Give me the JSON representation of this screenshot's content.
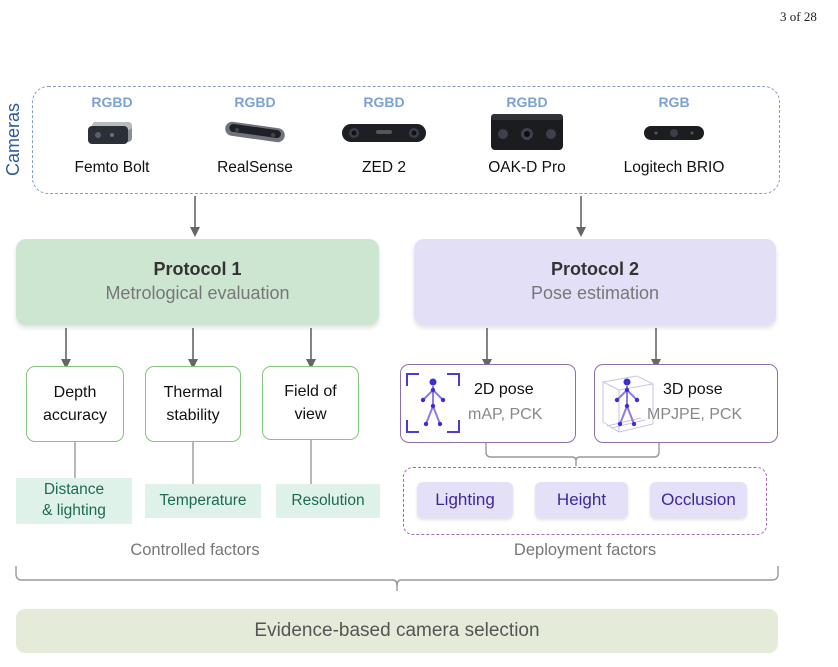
{
  "page_number": "3 of 28",
  "cameras": {
    "label": "Cameras",
    "items": [
      {
        "type": "RGBD",
        "name": "Femto Bolt"
      },
      {
        "type": "RGBD",
        "name": "RealSense"
      },
      {
        "type": "RGBD",
        "name": "ZED 2"
      },
      {
        "type": "RGBD",
        "name": "OAK-D Pro"
      },
      {
        "type": "RGB",
        "name": "Logitech BRIO"
      }
    ]
  },
  "protocol1": {
    "title": "Protocol 1",
    "subtitle": "Metrological evaluation",
    "metrics": [
      {
        "line1": "Depth",
        "line2": "accuracy"
      },
      {
        "line1": "Thermal",
        "line2": "stability"
      },
      {
        "line1": "Field of",
        "line2": "view"
      }
    ],
    "factors": [
      {
        "line1": "Distance",
        "line2": "& lighting"
      },
      {
        "line1": "Temperature",
        "line2": ""
      },
      {
        "line1": "Resolution",
        "line2": ""
      }
    ],
    "caption": "Controlled factors"
  },
  "protocol2": {
    "title": "Protocol 2",
    "subtitle": "Pose estimation",
    "poses": [
      {
        "title": "2D pose",
        "metrics": "mAP, PCK"
      },
      {
        "title": "3D pose",
        "metrics": "MPJPE, PCK"
      }
    ],
    "factors": [
      "Lighting",
      "Height",
      "Occlusion"
    ],
    "caption": "Deployment factors"
  },
  "conclusion": "Evidence-based camera selection",
  "colors": {
    "camera_border": "#7f9fc9",
    "protocol1_fill": "#cde6d2",
    "protocol2_fill": "#e3dff7",
    "metric_border": "#86c47f",
    "pose_border": "#8c6fb0",
    "conclusion_fill": "#e4ecd9"
  }
}
